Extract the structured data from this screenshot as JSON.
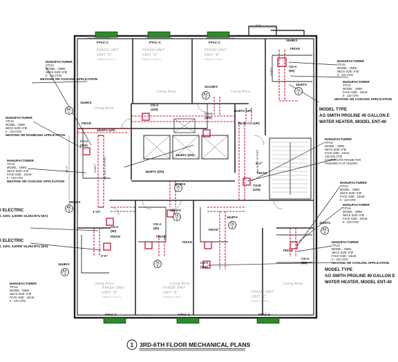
{
  "title": {
    "number": "1",
    "text": "3RD-6TH FLOOR MECHANICAL PLANS"
  },
  "dimensions": {
    "top": "4'-0\"",
    "left": "16'-0\""
  },
  "ptac_label": "PTAC-C",
  "units": [
    {
      "id": "d",
      "line1": "PFASH UNIT",
      "line2": "UNIT \"D\"",
      "sub": "Studio (2 Occ.)"
    },
    {
      "id": "g",
      "line1": "PFASH UNIT",
      "line2": "UNIT \"G\"",
      "sub": "Studio (2 Occ.)"
    },
    {
      "id": "a",
      "line1": "PFASH UNIT",
      "line2": "UNIT \"A\"",
      "sub": "Studio (2 Occ.)"
    },
    {
      "id": "b",
      "line1": "PFASH UNIT",
      "line2": "UNIT \"B\"",
      "sub": "Studio (2 Occ.)"
    },
    {
      "id": "e",
      "line1": "PFASH UNIT",
      "line2": "UNIT \"E\"",
      "sub": "Studio (2 Occ.)"
    },
    {
      "id": "c",
      "line1": "PFASH UNIT",
      "line2": "UNIT \"C\"",
      "sub": "Studio (2 Occ.)"
    }
  ],
  "living_area": "Living Area",
  "shaft": {
    "label": "SHAFT",
    "duct_offset": "3M DUCT OFFSET"
  },
  "equipment": {
    "cda": "CD-A",
    "cda_100": "(100)",
    "cda_50": "(50)",
    "fdad": "FD/AD",
    "cdb": "CD-B",
    "cdb_100": "(100)",
    "duct_22x8": "22x18KX",
    "duct_16x8": "16x8KX",
    "duct_18x8": "18x8KX",
    "stk_18x6": "18x6TX",
    "stk_18x6_up": "18x6TX (UP)",
    "stk_16x8_up": "16x8TX (UP)",
    "stk_16x8_dn": "16x8TX (DN)",
    "stk_18x16_up": "18x16 CO (UP)",
    "stk_18x8_dn": "18x8TX (DN)",
    "stk_16x6": "16x6TX",
    "stk_16x8": "16x8TX",
    "dim_1_11": "1'-11\"",
    "dim_3_6": "3'-6\"",
    "dim_6_2": "6'-2\""
  },
  "tags": [
    {
      "top": "KX",
      "bottom": "1"
    },
    {
      "top": "TX",
      "bottom": "1"
    },
    {
      "top": "KX",
      "bottom": "2"
    },
    {
      "top": "TX",
      "bottom": "2"
    },
    {
      "top": "KX",
      "bottom": "3"
    },
    {
      "top": "TX",
      "bottom": "3"
    },
    {
      "top": "KX",
      "bottom": "4"
    },
    {
      "top": "TX",
      "bottom": "4"
    },
    {
      "top": "KX",
      "bottom": "5"
    },
    {
      "top": "TX",
      "bottom": "5"
    }
  ],
  "notes": {
    "manufacturer": {
      "l1": "MANUFACTURER",
      "l2": "TITUS",
      "l3": "MODEL : OMNI",
      "l4": "NECK SIZE: 6\"Ø",
      "l5": "0 - 120 CFM",
      "l6": "HEATING OR COOLING APPLICATION"
    },
    "manufacturer_alt": {
      "l1": "MANUFACTURER",
      "l2": "TITUS",
      "l3": "MODEL : OMNI",
      "l4": "NECK SIZE: 6\"Ø",
      "l5": "FACE SIZE : 18x18",
      "l6": "0 - 120 CFM",
      "l7": "HEATING OR COOLING APPLICATION"
    },
    "manufacturer_dn": {
      "l1": "MANUFACTURER",
      "l2": "TITUS",
      "l3": "MODEL : OMNI",
      "l4": "NECK SIZE: 8\"Ø",
      "l5": "FACE SIZE : 24x24",
      "l6": "125-400 CFM",
      "l7": "COORDINATE FRAME FOR",
      "l8": "FINISHED FLAT CEILING"
    },
    "manufacturer_side": {
      "l1": "MANUFACTURER",
      "l2": "TITUS",
      "l3": "MODEL : OMNI",
      "l4": "NECK SIZE: 6\"Ø",
      "l5": "0 - 120 CFM",
      "l6": "HEATING OR DOUBLING APPLICATION"
    },
    "water_heater_top": {
      "l1": "MODEL TYPE",
      "l2": "AO SMITH PROLINE 40 GALLON E",
      "l3": "WATER HEATER, MODEL ENT-40"
    },
    "water_heater_bottom": {
      "l1": "MODEL TYPE",
      "l2": "AO SMITH PROLINE 40 GALLON E",
      "l3": "WATER HEATER, MODEL ENT-40"
    },
    "electric_1": {
      "l1": "I ELECTRIC",
      "l2": "I, 240V, 4,500W 15,354 BTU (EA)"
    },
    "electric_2": {
      "l1": "I ELECTRIC",
      "l2": "I, 240V, 4,500W 15,354 BTU (EA)"
    }
  }
}
